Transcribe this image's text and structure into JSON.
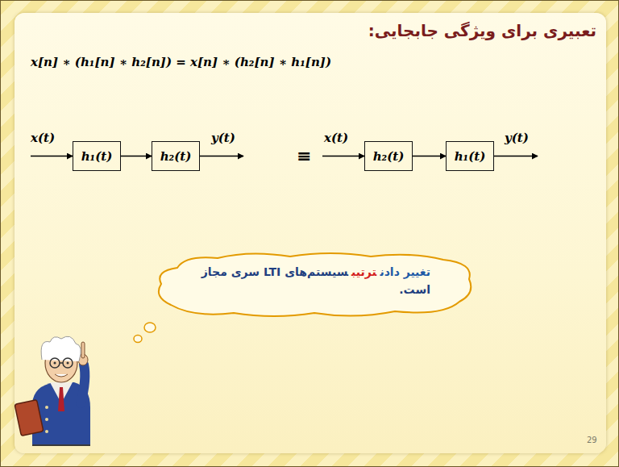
{
  "diagram": {
    "title": "تعبیری برای ویژگی جابجایی:",
    "nodes": [
      {
        "text": [
          "h₁(t)"
        ]
      },
      {
        "text": [
          "h₂(t)"
        ]
      },
      {
        "text": [
          "h₂(t)"
        ]
      },
      {
        "text": [
          "h₁(t)"
        ]
      },
      {
        "text": [
          "تغییر دادن",
          "ترتیب",
          "سیستم‌های LTI سری مجاز است."
        ]
      }
    ],
    "edges": [
      {
        "from": 0,
        "to": 1,
        "arrow": "to"
      },
      {
        "from": 2,
        "to": 3,
        "arrow": "to"
      }
    ],
    "labels": [
      "x[n] ∗ (h₁[n] ∗ h₂[n]) = x[n] ∗ (h₂[n] ∗ h₁[n])",
      "x(t)",
      "y(t)",
      "≡",
      "x(t)",
      "y(t)",
      "29"
    ]
  }
}
